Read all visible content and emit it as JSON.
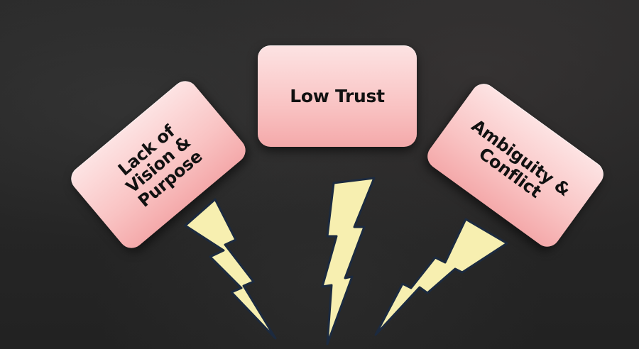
{
  "diagram": {
    "boxes": [
      {
        "id": "left",
        "label": "Lack of\nVision &\nPurpose"
      },
      {
        "id": "center",
        "label": "Low Trust"
      },
      {
        "id": "right",
        "label": "Ambiguity &\nConflict"
      }
    ],
    "colors": {
      "box_fill_top": "#fde3e3",
      "box_fill_bottom": "#f4a9aa",
      "bolt_fill": "#f7efb0",
      "bolt_stroke": "#1c2a3f",
      "background": "#262626"
    },
    "icons": [
      "lightning-bolt-icon",
      "lightning-bolt-icon",
      "lightning-bolt-icon"
    ]
  }
}
